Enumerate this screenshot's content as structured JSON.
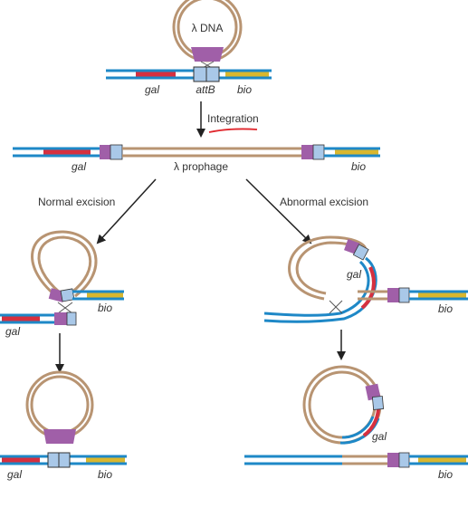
{
  "colors": {
    "dna_blue": "#1e88c7",
    "phage_tan": "#b89472",
    "gal_red": "#d6303f",
    "bio_yellow": "#d9b72e",
    "att_purple": "#a05fa8",
    "att_lightblue": "#a9c8e8",
    "arrow": "#222222",
    "annotation_red": "#e0262c"
  },
  "labels": {
    "lambda_dna": "λ DNA",
    "gal": "gal",
    "attB": "attB",
    "bio": "bio",
    "integration": "Integration",
    "lambda_prophage": "λ prophage",
    "normal_excision": "Normal excision",
    "abnormal_excision": "Abnormal excision"
  }
}
